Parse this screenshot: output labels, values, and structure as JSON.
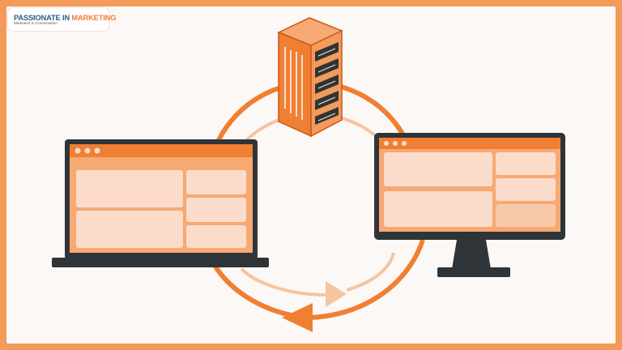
{
  "brand": {
    "title_main": "PASSIONATE IN ",
    "title_accent": "MARKETING",
    "tagline": "Marketers In Conversation"
  },
  "diagram": {
    "nodes": [
      "server-tower",
      "laptop",
      "desktop-monitor"
    ],
    "flow": "cyclic"
  },
  "colors": {
    "frame": "#f49a5a",
    "background": "#fbf8f6",
    "orange": "#f07f33",
    "orange_light": "#f6c4a1",
    "panel": "#fbdccb",
    "dark": "#2f3438"
  },
  "icons": {
    "logo": "puzzle-logo-icon",
    "server": "server-tower-icon",
    "laptop": "laptop-icon",
    "monitor": "desktop-monitor-icon"
  }
}
